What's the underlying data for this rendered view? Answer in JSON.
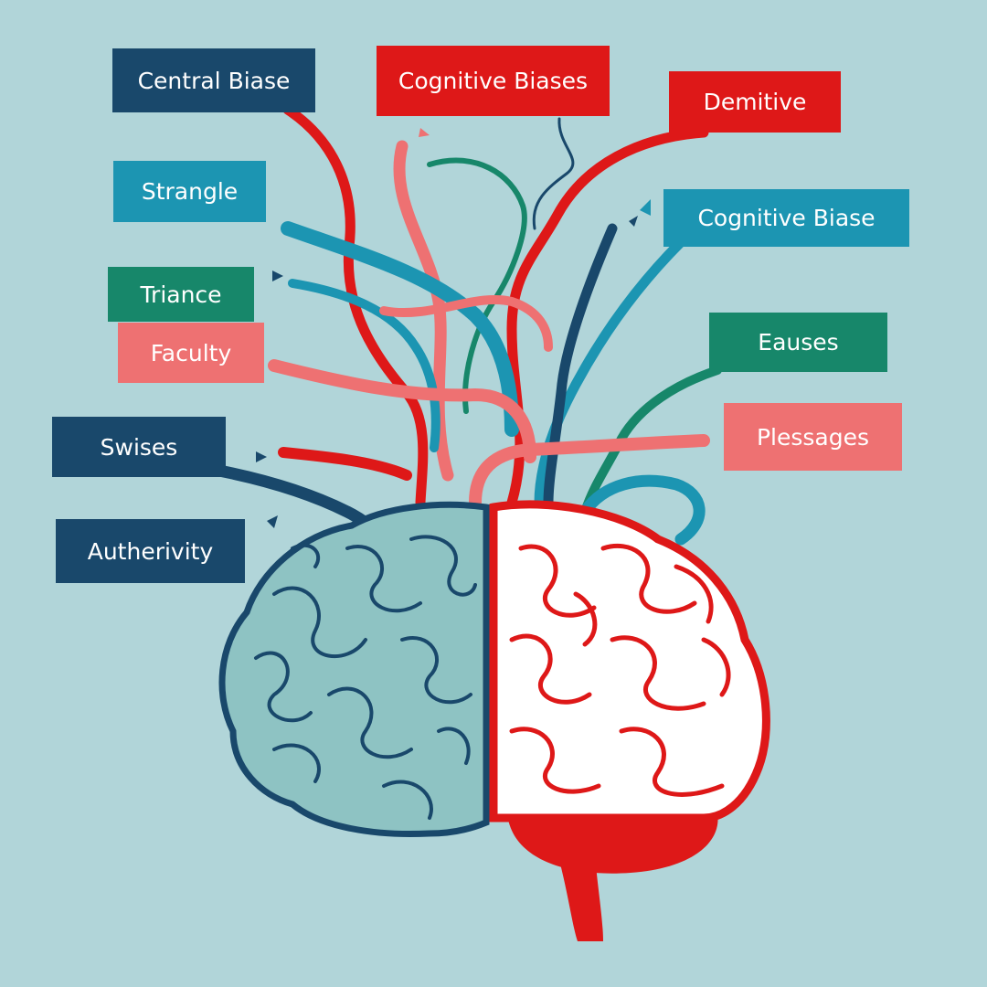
{
  "colors": {
    "background": "#b1d5d9",
    "navy": "#19486b",
    "red": "#de1818",
    "teal": "#1c95b2",
    "green": "#17876a",
    "salmon": "#ee7172",
    "brain_left_fill": "#8ec3c3",
    "brain_right_fill": "#ffffff"
  },
  "labels": {
    "central_biase": "Central Biase",
    "cognitive_biases": "Cognitive Biases",
    "demitive": "Demitive",
    "strangle": "Strangle",
    "cognitive_biase": "Cognitive Biase",
    "triance": "Triance",
    "faculty": "Faculty",
    "eauses": "Eauses",
    "swises": "Swises",
    "plessages": "Plessages",
    "autherivity": "Autherivity"
  },
  "icons": {
    "brain": "brain-icon"
  }
}
